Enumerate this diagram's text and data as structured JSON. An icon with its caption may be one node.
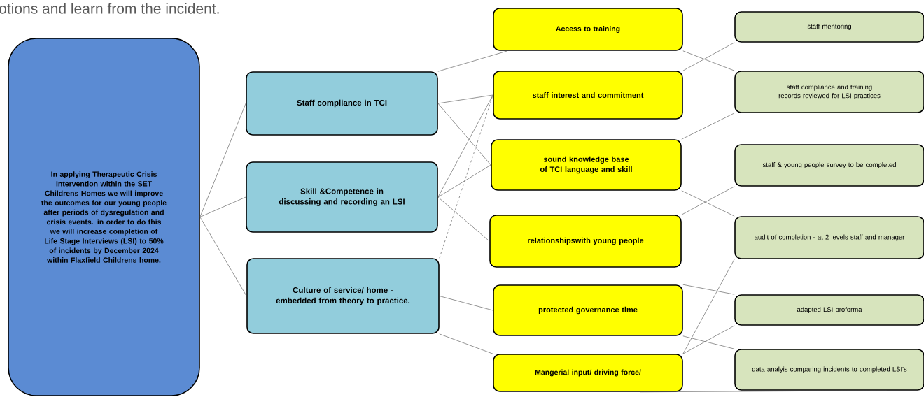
{
  "diagram": {
    "nodes": [
      {
        "text": [
          "In applying Therapeutic Crisis Intervention within the SET Childrens Homes we will improve the outcomes for our young people after periods of dysregulation and crisis events.  in order to do this we will increase completion of Life Stage Interviews (LSI) to 50% of incidents by December 2024 within Flaxfield Childrens home."
        ]
      },
      {
        "text": [
          "Staff compliance in TCI"
        ]
      },
      {
        "text": [
          "Skill &Competence  in discussing and recording an LSI"
        ]
      },
      {
        "text": [
          "Culture of service/ home - embedded from theory to practice."
        ]
      },
      {
        "text": [
          "Access to training"
        ]
      },
      {
        "text": [
          "staff interest and commitment"
        ]
      },
      {
        "text": [
          "sound knowledge base of TCI language and skill"
        ]
      },
      {
        "text": [
          "relationshipswith young people"
        ]
      },
      {
        "text": [
          "protected governance time"
        ]
      },
      {
        "text": [
          "Mangerial input/ driving force/"
        ]
      },
      {
        "text": [
          "staff mentoring"
        ]
      },
      {
        "text": [
          "staff compliance and training records reviewed for LSI practices"
        ]
      },
      {
        "text": [
          "staff & young people survey to be completed"
        ]
      },
      {
        "text": [
          "audit of completion - at 2 levels staff and manager"
        ]
      },
      {
        "text": [
          "adapted LSI proforma"
        ]
      },
      {
        "text": [
          "data analyis comparing incidents to completed LSI's"
        ]
      }
    ],
    "edges": [
      {
        "from": 0,
        "to": 1,
        "arrow": "none"
      },
      {
        "from": 0,
        "to": 2,
        "arrow": "none"
      },
      {
        "from": 0,
        "to": 3,
        "arrow": "none"
      },
      {
        "from": 1,
        "to": 4,
        "arrow": "none"
      },
      {
        "from": 1,
        "to": 5,
        "arrow": "none"
      },
      {
        "from": 1,
        "to": 6,
        "arrow": "none"
      },
      {
        "from": 2,
        "to": 5,
        "arrow": "none"
      },
      {
        "from": 2,
        "to": 6,
        "arrow": "none"
      },
      {
        "from": 2,
        "to": 7,
        "arrow": "none"
      },
      {
        "from": 3,
        "to": 5,
        "arrow": "none",
        "style": "dashed"
      },
      {
        "from": 3,
        "to": 8,
        "arrow": "none"
      },
      {
        "from": 3,
        "to": 9,
        "arrow": "none"
      },
      {
        "from": 4,
        "to": 11,
        "arrow": "none"
      },
      {
        "from": 5,
        "to": 10,
        "arrow": "none"
      },
      {
        "from": 6,
        "to": 11,
        "arrow": "none"
      },
      {
        "from": 6,
        "to": 13,
        "arrow": "none"
      },
      {
        "from": 7,
        "to": 12,
        "arrow": "none"
      },
      {
        "from": 8,
        "to": 14,
        "arrow": "none"
      },
      {
        "from": 8,
        "to": 15,
        "arrow": "none"
      },
      {
        "from": 9,
        "to": 13,
        "arrow": "none"
      },
      {
        "from": 9,
        "to": 14,
        "arrow": "none"
      },
      {
        "from": 9,
        "to": 15,
        "arrow": "none"
      }
    ],
    "labels": [
      "otions and learn from the incident."
    ]
  }
}
